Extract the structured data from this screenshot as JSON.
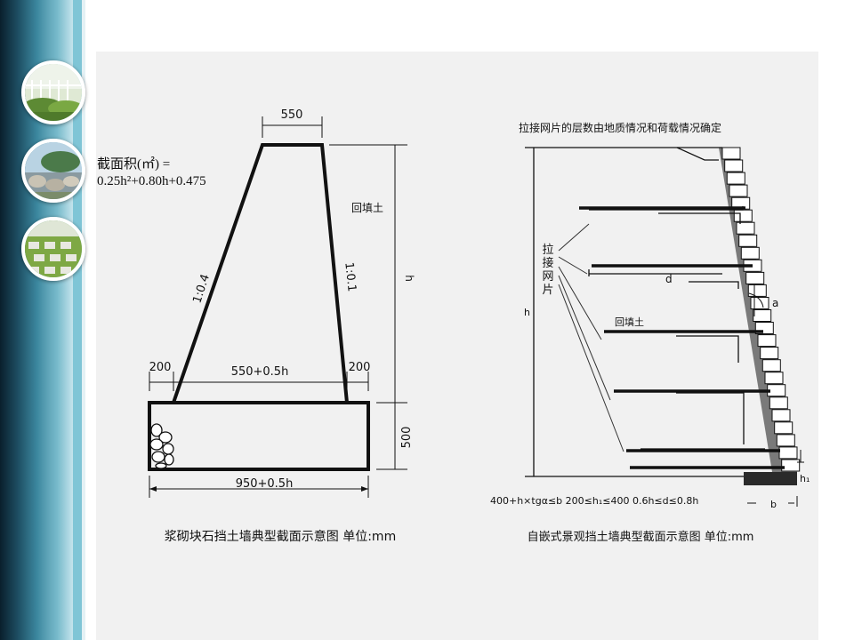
{
  "left_diagram": {
    "top_width": "550",
    "area_line1": "截面积(㎡) =",
    "area_line2": "0.25h²+0.80h+0.475",
    "backfill": "回填土",
    "slope_left": "1:0.4",
    "slope_right": "1:0.1",
    "height": "h",
    "margin_left": "200",
    "margin_right": "200",
    "mid_width": "550+0.5h",
    "base_height": "500",
    "base_width": "950+0.5h",
    "caption": "浆砌块石挡土墙典型截面示意图 单位:mm"
  },
  "right_diagram": {
    "note": "拉接网片的层数由地质情况和荷载情况确定",
    "grid_label": [
      "拉",
      "接",
      "网",
      "片"
    ],
    "length_label": "d",
    "angle_label": "a",
    "height": "h",
    "backfill": "回填土",
    "h1_label": "h₁",
    "b_label": "b",
    "formula": "400+h×tgα≤b  200≤h₁≤400  0.6h≤d≤0.8h",
    "caption": "自嵌式景观挡土墙典型截面示意图   单位:mm"
  }
}
